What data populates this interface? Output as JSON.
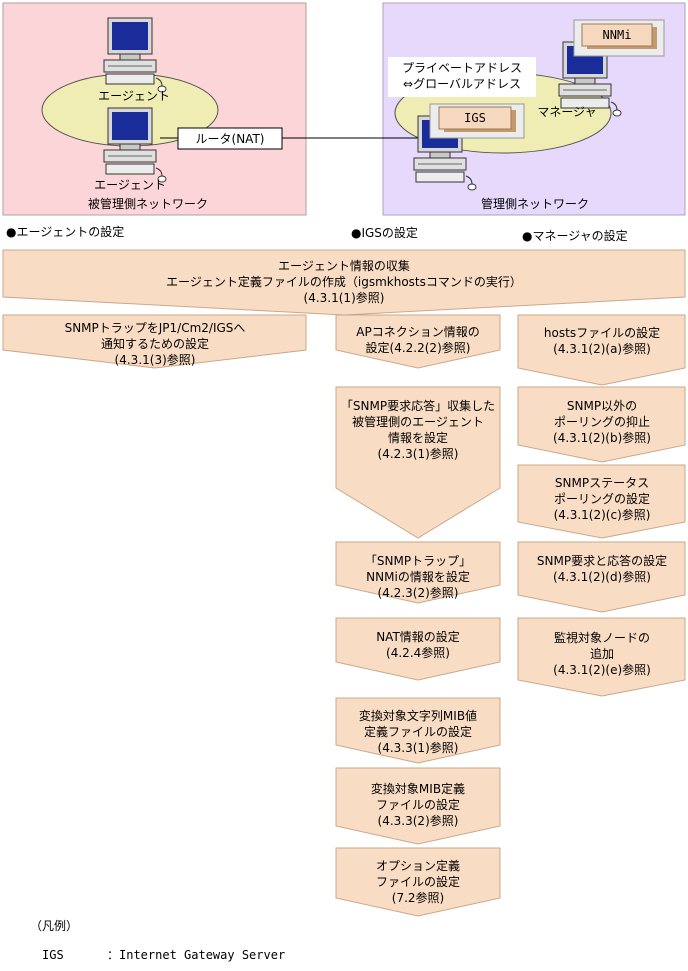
{
  "networks": {
    "managed": {
      "label": "被管理側ネットワーク",
      "agent_top_label": "エージェント",
      "agent_bottom_label": "エージェント",
      "router_label": "ルータ(NAT)"
    },
    "manager": {
      "label": "管理側ネットワーク",
      "address_conversion": "プライベートアドレス\n⇔グローバルアドレス",
      "manager_label": "マネージャ",
      "igs_label": "IGS",
      "nnmi_label": "NNMi"
    }
  },
  "section_headers": {
    "agent": "●エージェントの設定",
    "igs": "●IGSの設定",
    "manager": "●マネージャの設定"
  },
  "flow": {
    "top": "エージェント情報の収集\nエージェント定義ファイルの作成（igsmkhostsコマンドの実行）\n(4.3.1(1)参照)",
    "agent_steps": [
      "SNMPトラップをJP1/Cm2/IGSへ\n通知するための設定\n(4.3.1(3)参照)"
    ],
    "igs_steps": [
      "APコネクション情報の\n設定(4.2.2(2)参照)",
      "「SNMP要求応答」収集した\n被管理側のエージェント\n情報を設定\n(4.2.3(1)参照)",
      "「SNMPトラップ」\nNNMiの情報を設定\n(4.2.3(2)参照)",
      "NAT情報の設定\n(4.2.4参照)",
      "変換対象文字列MIB値\n定義ファイルの設定\n(4.3.3(1)参照)",
      "変換対象MIB定義\nファイルの設定\n(4.3.3(2)参照)",
      "オプション定義\nファイルの設定\n(7.2参照)"
    ],
    "manager_steps": [
      "hostsファイルの設定\n(4.3.1(2)(a)参照)",
      "SNMP以外の\nポーリングの抑止\n(4.3.1(2)(b)参照)",
      "SNMPステータス\nポーリングの設定\n(4.3.1(2)(c)参照)",
      "SNMP要求と応答の設定\n(4.3.1(2)(d)参照)",
      "監視対象ノードの\n追加\n(4.3.1(2)(e)参照)"
    ]
  },
  "legend": {
    "title": "（凡例）",
    "term": "IGS",
    "definition": "：Internet Gateway Server"
  },
  "colors": {
    "managed_bg": "#fcd5d8",
    "manager_bg": "#e6d9fc",
    "ellipse": "#f0edb4",
    "flow_fill": "#f9dcc4",
    "flow_stroke": "#c9a88a",
    "box_fill": "#f5d8be",
    "box_shadow": "#c49a6c"
  }
}
